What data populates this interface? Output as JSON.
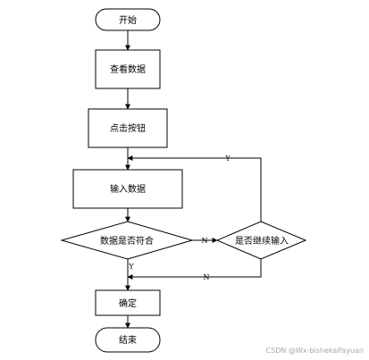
{
  "flowchart": {
    "nodes": {
      "start": "开始",
      "view_data": "查看数据",
      "click_button": "点击按钮",
      "input_data": "输入数据",
      "data_match": "数据是否符合",
      "continue_input": "是否继续输入",
      "confirm": "确定",
      "end": "结束"
    },
    "edges": {
      "match_no": "N",
      "continue_yes": "Y",
      "continue_no": "N",
      "match_yes": "Y"
    }
  },
  "watermark": "CSDN @Wx-bishekaifayuan"
}
